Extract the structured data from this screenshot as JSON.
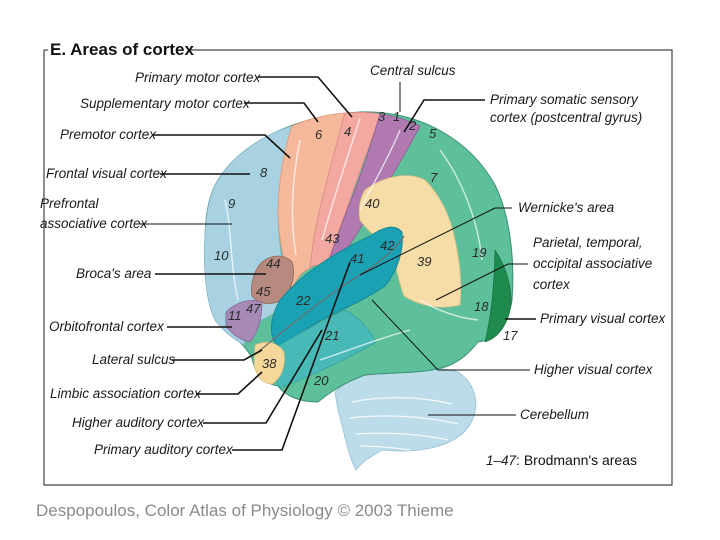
{
  "panel": {
    "title": "E. Areas of cortex",
    "caption_number": "1–47",
    "caption_text": ": Brodmann's areas"
  },
  "labels": {
    "primary_motor": "Primary motor cortex",
    "supplementary_motor": "Supplementary motor cortex",
    "premotor": "Premotor cortex",
    "frontal_visual": "Frontal visual cortex",
    "prefrontal_1": "Prefrontal",
    "prefrontal_2": "associative cortex",
    "brocas": "Broca's area",
    "orbitofrontal": "Orbitofrontal cortex",
    "lateral_sulcus": "Lateral sulcus",
    "limbic": "Limbic association cortex",
    "higher_auditory": "Higher auditory cortex",
    "primary_auditory": "Primary auditory cortex",
    "central_sulcus": "Central sulcus",
    "primary_somatic_1": "Primary somatic sensory",
    "primary_somatic_2": "cortex (postcentral gyrus)",
    "wernickes": "Wernicke's area",
    "parietal_1": "Parietal, temporal,",
    "parietal_2": "occipital associative",
    "parietal_3": "cortex",
    "primary_visual": "Primary visual cortex",
    "higher_visual": "Higher visual cortex",
    "cerebellum": "Cerebellum"
  },
  "area_numbers": {
    "a1": "1",
    "a2": "2",
    "a3": "3",
    "a4": "4",
    "a5": "5",
    "a6": "6",
    "a7": "7",
    "a8": "8",
    "a9": "9",
    "a10": "10",
    "a11": "11",
    "a17": "17",
    "a18": "18",
    "a19": "19",
    "a20": "20",
    "a21": "21",
    "a22": "22",
    "a38": "38",
    "a39": "39",
    "a40": "40",
    "a41": "41",
    "a42": "42",
    "a43": "43",
    "a44": "44",
    "a45": "45",
    "a47": "47"
  },
  "colors": {
    "prefrontal": "#a8d2e2",
    "premotor": "#f6b89a",
    "motor": "#f3a9a2",
    "somatosensory": "#b07ab0",
    "association": "#f6dca6",
    "auditory": "#1aa2b4",
    "higher_auditory": "#48b9b7",
    "visual_assoc": "#5ebf9b",
    "visual_primary": "#1e8a4e",
    "cerebellum": "#bcdcea"
  },
  "credit": "Despopoulos, Color Atlas of Physiology © 2003 Thieme"
}
